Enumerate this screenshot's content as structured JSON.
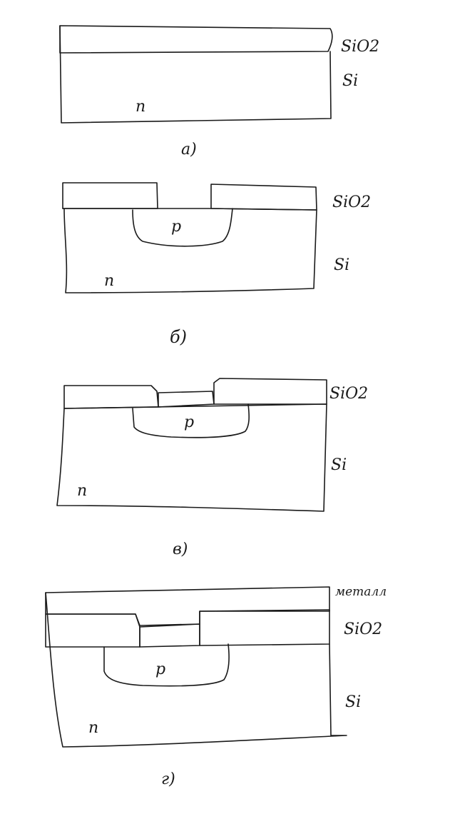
{
  "colors": {
    "ink": "#1a1a1a",
    "paper": "#ffffff"
  },
  "panels": [
    {
      "caption": "а)",
      "oxide_label": "SiO2",
      "substrate_label": "Si",
      "region_n": "n"
    },
    {
      "caption": "б)",
      "oxide_label": "SiO2",
      "substrate_label": "Si",
      "region_p": "p",
      "region_n": "n"
    },
    {
      "caption": "в)",
      "oxide_label": "SiO2",
      "substrate_label": "Si",
      "region_p": "p",
      "region_n": "n"
    },
    {
      "caption": "г)",
      "metal_label": "металл",
      "oxide_label": "SiO2",
      "substrate_label": "Si",
      "region_p": "p",
      "region_n": "n"
    }
  ]
}
